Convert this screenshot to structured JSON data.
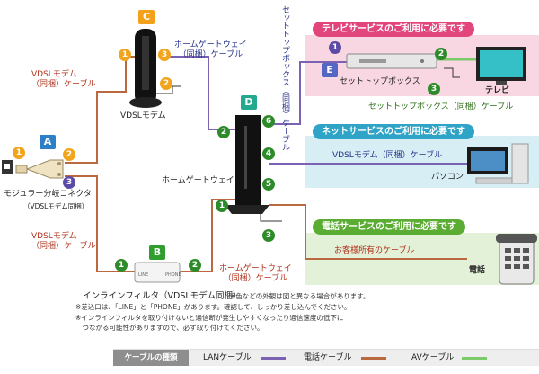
{
  "labels": {
    "telset_cable_vertical": "セットトップボックス（同梱）ケーブル",
    "hgw_cable": "ホームゲートウェイ\n（同梱）ケーブル",
    "vdsl_cable_top": "VDSLモデム\n（同梱）ケーブル",
    "vdsl_modem": "VDSLモデム",
    "home_gateway": "ホームゲートウェイ",
    "modular_splitter": "モジュラー分岐コネクタ",
    "modular_splitter_sub": "（VDSLモデム同梱）",
    "vdsl_cable_bottom": "VDSLモデム\n（同梱）ケーブル",
    "hgw_cable_bottom": "ホームゲートウェイ\n（同梱）ケーブル",
    "inline_filter": "インラインフィルタ（VDSLモデム同梱）",
    "inline_filter_note": "※色などの外観は図と異なる場合があります。",
    "notes": [
      "※差込口は、「LINE」と「PHONE」があります。確認して、しっかり差し込んでください。",
      "※インラインフィルタを取り付けないと通信断が発生しやすくなったり通信速度の低下に",
      "　つながる可能性がありますので、必ず取り付けてください。"
    ]
  },
  "badges": {
    "A": "A",
    "B": "B",
    "C": "C",
    "D": "D",
    "E": "E"
  },
  "ports": {
    "splitter": [
      "1",
      "2",
      "3"
    ],
    "modem": [
      "1",
      "2",
      "3"
    ],
    "filter": [
      "1",
      "2"
    ],
    "hgw": [
      "1",
      "2",
      "3",
      "4",
      "5",
      "6"
    ],
    "stb": [
      "1",
      "2",
      "3"
    ]
  },
  "panels": {
    "tv": {
      "title": "テレビサービスのご利用に必要です",
      "stb": "セットトップボックス",
      "tv": "テレビ",
      "cable": "セットトップボックス（同梱）ケーブル"
    },
    "net": {
      "title": "ネットサービスのご利用に必要です",
      "cable": "VDSLモデム（同梱）ケーブル",
      "pc": "パソコン"
    },
    "phone": {
      "title": "電話サービスのご利用に必要です",
      "cable": "お客様所有のケーブル",
      "phone": "電話"
    }
  },
  "legend": {
    "title": "ケーブルの種類",
    "items": [
      {
        "label": "LANケーブル",
        "color": "#7b62b3"
      },
      {
        "label": "電話ケーブル",
        "color": "#b9683f"
      },
      {
        "label": "AVケーブル",
        "color": "#7ccb6a"
      }
    ]
  },
  "colors": {
    "lan": "#7b62b3",
    "phone": "#b9683f",
    "av": "#7ccb6a",
    "tv_panel": "#f8d6e2",
    "tv_title": "#e2457c",
    "net_panel": "#d6eef4",
    "net_title": "#2fa4c6",
    "phone_panel": "#e3f1d8",
    "phone_title": "#5aac33",
    "badge_a": "#2e7fc6",
    "badge_b": "#2f9e2f",
    "badge_c": "#f3a11a",
    "badge_d": "#23a98f",
    "badge_e": "#5566c4"
  }
}
